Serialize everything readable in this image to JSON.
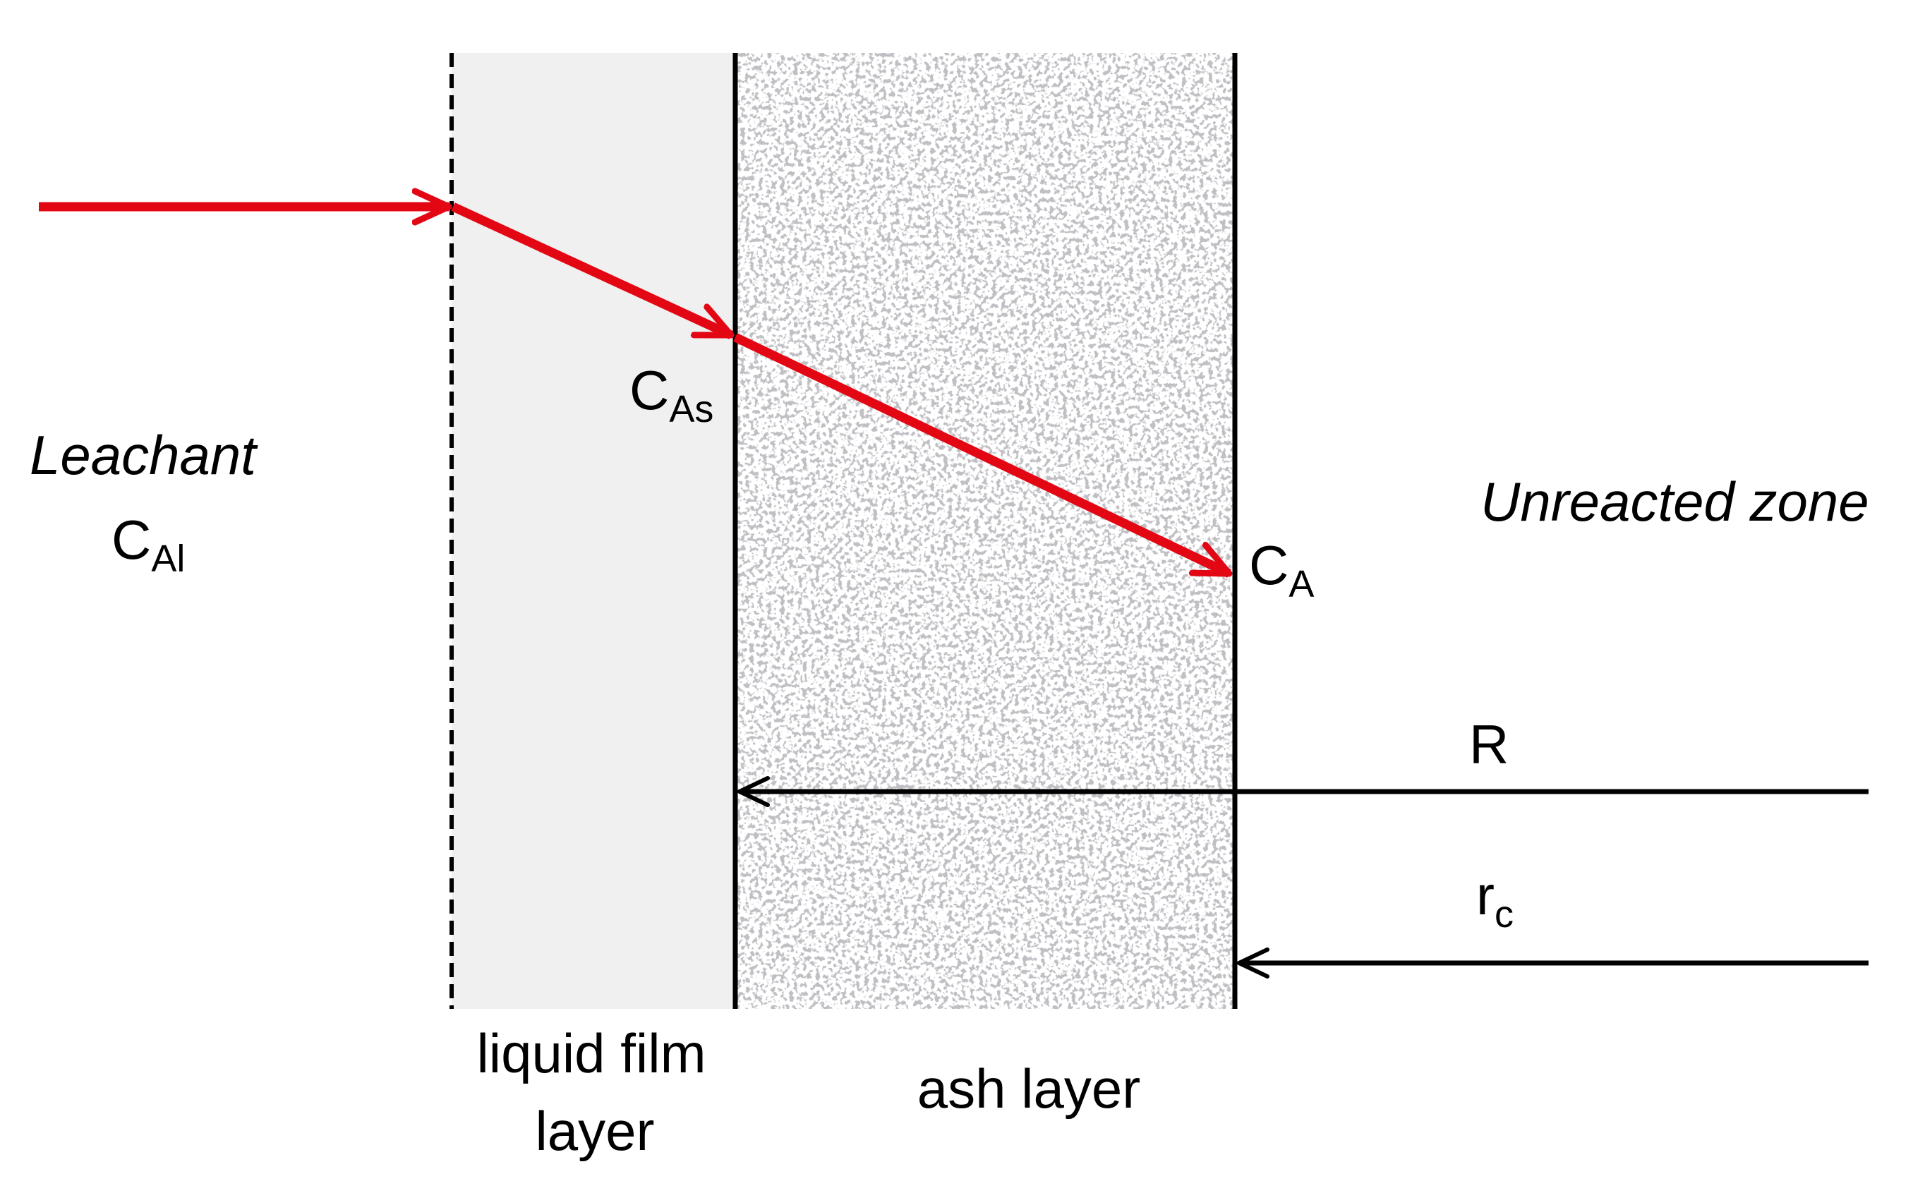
{
  "colors": {
    "flux_arrow": "#e30613",
    "radius_arrow": "#000000",
    "liquid_film_fill": "#f0f0f0",
    "ash_speckle": "#8f8f8f",
    "boundary_line": "#000000"
  },
  "labels": {
    "leachant": "Leachant",
    "c_al_base": "C",
    "c_al_sub": "Al",
    "c_as_base": "C",
    "c_as_sub": "As",
    "c_a_base": "C",
    "c_a_sub": "A",
    "unreacted_zone": "Unreacted zone",
    "r_big": "R",
    "r_c_base": "r",
    "r_c_sub": "c",
    "liquid_film_line1": "liquid film",
    "liquid_film_line2": "layer",
    "ash_layer": "ash layer"
  },
  "boundaries": [
    {
      "name": "liquid-film-outer-surface",
      "style": "dashed"
    },
    {
      "name": "particle-surface",
      "style": "solid"
    },
    {
      "name": "reaction-front",
      "style": "solid"
    }
  ]
}
